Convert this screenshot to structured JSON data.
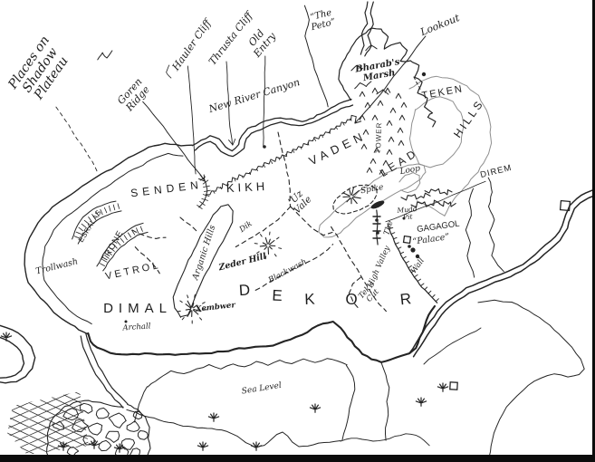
{
  "title": "Places on\nShadow\nPlateau",
  "colors": {
    "ink": "#242424",
    "pencil": "#8f8f8f",
    "paper": "#ffffff",
    "scan": "#0c0c0c"
  },
  "regions": {
    "senden": "SENDEN",
    "kikh": "KIKH",
    "vaden": "VADEN",
    "lead": "LEAD",
    "hills": "HILLS",
    "teken": "TEKEN",
    "vetrol": "VETROL",
    "dimal": "DIMAL",
    "uz_vale": "’Uz\nVale",
    "dekor_letters": [
      "D",
      "E",
      "K",
      "O",
      "R"
    ]
  },
  "features": {
    "goren_ridge": "Goren\nRidge",
    "hauler_cliff": "Hauler Cliff",
    "thrusta_cliff": "Thrusta Cliff",
    "old_entry": "Old\nEntry",
    "new_river_canyon": "New River Canyon",
    "the_peto": "“The\nPeto”",
    "lookout": "Lookout",
    "bharabs_marsh": "Bharab's\nMarsh",
    "loop": "Loop",
    "spike": "Spike",
    "direm": "DIREM",
    "gagagol": "GAGAGOL",
    "palace": "“Palace”",
    "mudd_pit": "Mudd\nPit",
    "the_wall_the": "The",
    "the_wall_wall": "Wall",
    "high_valley": "High Valley",
    "teks_cut": "Tek's\nCut",
    "tower": "TOWER",
    "trone": "TRONE",
    "esralas": "ESRALAS",
    "trollwash": "Trollwash",
    "arganic_hills": "Arganic Hills",
    "dik": "Dik",
    "zeder_hill": "Zeder Hill",
    "blackwash": "Blackwash",
    "xembwer": "Xembwer",
    "archall": "Archall",
    "sea_level": "Sea Level"
  }
}
